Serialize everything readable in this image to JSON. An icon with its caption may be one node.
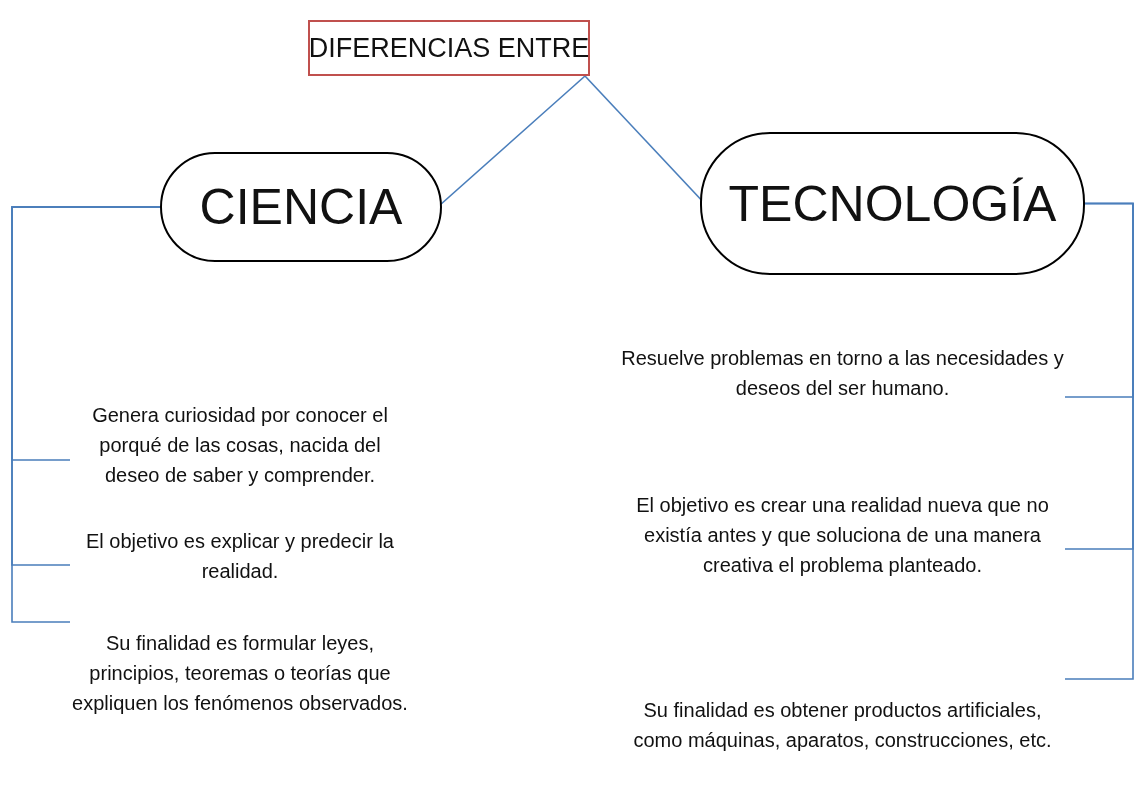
{
  "diagram": {
    "nodes": [
      {
        "text": [
          "DIFERENCIAS ENTRE"
        ]
      },
      {
        "text": [
          "CIENCIA"
        ]
      },
      {
        "text": [
          "TECNOLOGÍA"
        ]
      },
      {
        "text": [
          "Genera curiosidad por conocer el porqué de las cosas, nacida del deseo de saber y comprender."
        ]
      },
      {
        "text": [
          "El objetivo es explicar y predecir la realidad."
        ]
      },
      {
        "text": [
          "Su finalidad es formular leyes, principios, teoremas o teorías que expliquen los fenómenos observados."
        ]
      },
      {
        "text": [
          "Resuelve problemas en torno a las necesidades y deseos del ser humano."
        ]
      },
      {
        "text": [
          "El objetivo es crear una realidad nueva que no existía antes y que soluciona de una manera creativa el problema planteado."
        ]
      },
      {
        "text": [
          "Su finalidad es obtener productos artificiales, como máquinas, aparatos, construcciones, etc."
        ]
      }
    ],
    "edges": [
      {
        "from": 0,
        "to": 1,
        "arrow": "none"
      },
      {
        "from": 0,
        "to": 2,
        "arrow": "none"
      },
      {
        "from": 1,
        "to": 3,
        "arrow": "none"
      },
      {
        "from": 1,
        "to": 4,
        "arrow": "none"
      },
      {
        "from": 1,
        "to": 5,
        "arrow": "none"
      },
      {
        "from": 2,
        "to": 6,
        "arrow": "none"
      },
      {
        "from": 2,
        "to": 7,
        "arrow": "none"
      },
      {
        "from": 2,
        "to": 8,
        "arrow": "none"
      }
    ]
  }
}
